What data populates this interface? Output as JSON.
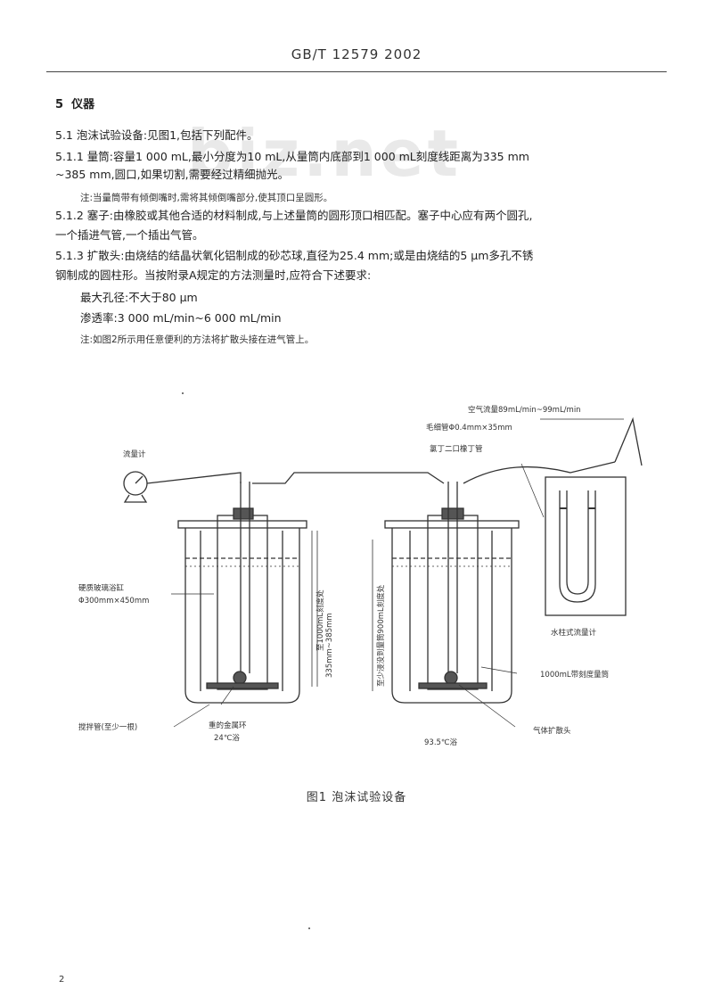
{
  "header": {
    "standard_no": "GB/T 12579 2002"
  },
  "watermark": {
    "text": "biz.net"
  },
  "section": {
    "number": "5",
    "title": "仪器"
  },
  "paragraphs": [
    {
      "id": "5.1",
      "text": "5.1  泡沫试验设备:见图1,包括下列配件。"
    },
    {
      "id": "5.1.1a",
      "text": "5.1.1  量筒:容量1 000 mL,最小分度为10 mL,从量筒内底部到1 000 mL刻度线距离为335 mm"
    },
    {
      "id": "5.1.1b",
      "text": "~385 mm,圆口,如果切割,需要经过精细抛光。"
    },
    {
      "id": "note1",
      "text": "注:当量筒带有倾倒嘴时,需将其倾倒嘴部分,使其顶口呈圆形。"
    },
    {
      "id": "5.1.2a",
      "text": "5.1.2  塞子:由橡胶或其他合适的材料制成,与上述量筒的圆形顶口相匹配。塞子中心应有两个圆孔,"
    },
    {
      "id": "5.1.2b",
      "text": "一个插进气管,一个插出气管。"
    },
    {
      "id": "5.1.3a",
      "text": "5.1.3  扩散头:由烧结的结晶状氧化铝制成的砂芯球,直径为25.4 mm;或是由烧结的5 μm多孔不锈"
    },
    {
      "id": "5.1.3b",
      "text": "钢制成的圆柱形。当按附录A规定的方法测量时,应符合下述要求:"
    },
    {
      "id": "req1",
      "text": "最大孔径:不大于80 μm"
    },
    {
      "id": "req2",
      "text": "渗透率:3 000 mL/min~6 000 mL/min"
    },
    {
      "id": "note2",
      "text": "注:如图2所示用任意便利的方法将扩散头接在进气管上。"
    }
  ],
  "figure": {
    "labels": {
      "flowmeter": "流量计",
      "air_flow": "空气流量89mL/min~99mL/min",
      "capillary": "毛细管Φ0.4mm×35mm",
      "butyl_tube": "氯丁二口橡丁管",
      "glass_bath": "硬质玻璃浴缸",
      "bath_size": "Φ300mm×450mm",
      "bath_depth": "335mm~385mm",
      "cyl_mark": "至1000mL刻度处",
      "cyl_mark2": "至少浸没到量筒900mL刻度处",
      "water_flowmeter": "水柱式流量计",
      "cylinder": "1000mL带刻度量筒",
      "stirrer": "搅拌管(至少一根)",
      "weight_ring": "重的金属环",
      "temp_24": "24℃浴",
      "temp_93": "93.5℃浴",
      "diffuser": "气体扩散头"
    }
  },
  "caption": "图1  泡沫试验设备",
  "page_number": "2"
}
